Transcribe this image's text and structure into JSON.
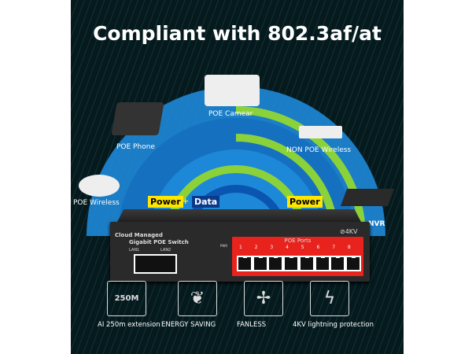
{
  "headline": "Compliant with 802.3af/at",
  "devices": {
    "camera": "POE Camear",
    "phone": "POE Phone",
    "non_poe_wireless": "NON POE Wireless",
    "poe_wireless": "POE Wireless",
    "nvr": "NVR"
  },
  "tags": {
    "power_left": "Power",
    "plus": "+",
    "data": "Data",
    "power_right": "Power"
  },
  "switch": {
    "line1": "Cloud Managed",
    "line2": "Gigabit POE Switch",
    "lan1": "LAN1",
    "lan2": "LAN2",
    "pwr": "PWR",
    "poe_ports": "POE Ports",
    "surge": "4KV",
    "ports": [
      "1",
      "2",
      "3",
      "4",
      "5",
      "6",
      "7",
      "8"
    ]
  },
  "features": [
    {
      "icon": "ai-250m-icon",
      "icon_text": "250M",
      "label": "AI 250m extension"
    },
    {
      "icon": "leaf-icon",
      "label": "ENERGY SAVING"
    },
    {
      "icon": "fan-off-icon",
      "label": "FANLESS"
    },
    {
      "icon": "lightning-icon",
      "label": "4KV lightning protection"
    }
  ],
  "colors": {
    "background": "#061a1e",
    "blue_arc": "#1e88d8",
    "green_arc": "#8bd23a",
    "yellow": "#ffe600",
    "poe_panel": "#e8221c"
  }
}
